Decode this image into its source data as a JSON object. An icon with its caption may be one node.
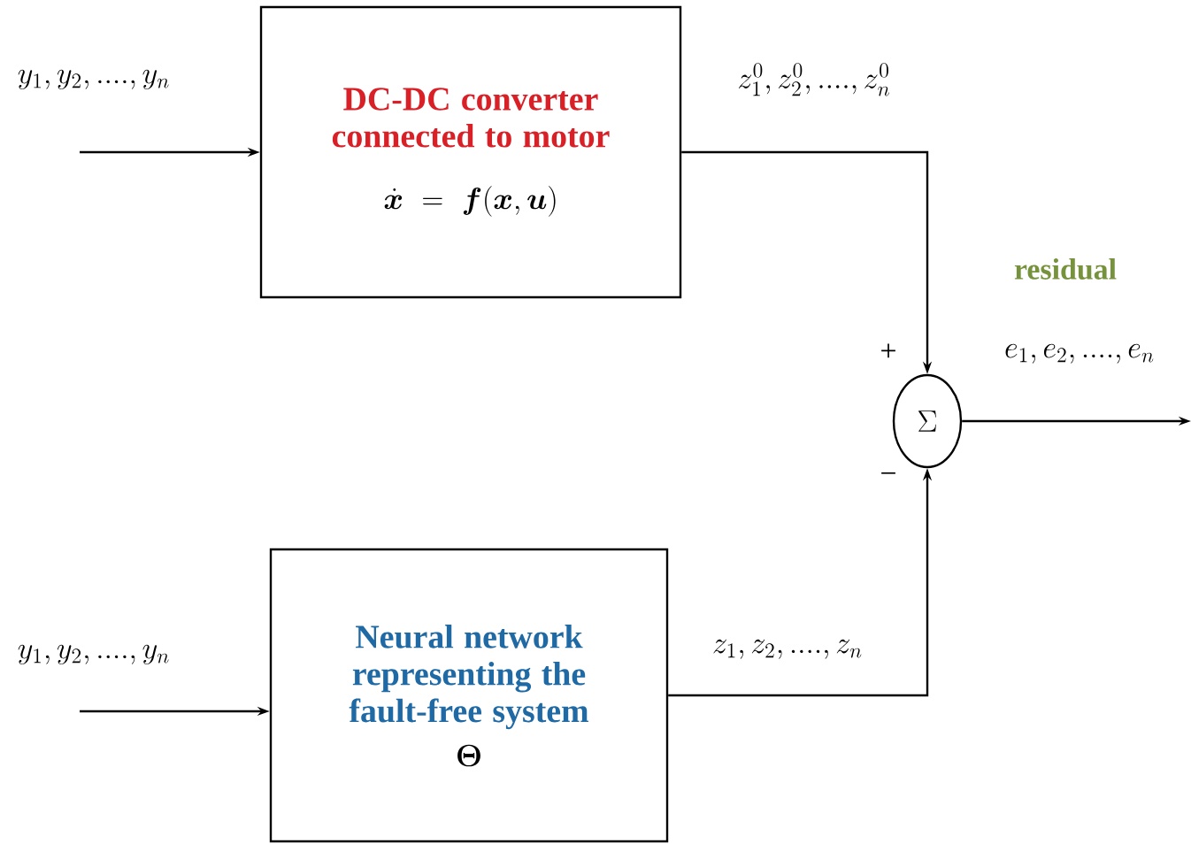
{
  "diagram": {
    "nodes": [
      {
        "text": [
          "DC-DC converter connected to motor",
          "\\dot{\\bm{x}}=\\bm{f}(\\bm{x},\\bm{u})"
        ]
      },
      {
        "text": [
          "Neural network representing the fault-free system",
          "\\bm{\\Theta}"
        ]
      },
      {
        "text": [
          "\\Sigma"
        ]
      }
    ],
    "edges": [
      {
        "from": null,
        "to": 0,
        "arrow": "to",
        "label": "y_1,y_2,....,y_n"
      },
      {
        "from": null,
        "to": 1,
        "arrow": "to",
        "label": "y_1,y_2,....,y_n"
      },
      {
        "from": 0,
        "to": 2,
        "arrow": "to",
        "label": "z_1^0,z_2^0,....,z_n^0"
      },
      {
        "from": 1,
        "to": 2,
        "arrow": "to",
        "label": "z_1,z_2,....,z_n"
      },
      {
        "from": 2,
        "to": null,
        "arrow": "to",
        "label": "e_1,e_2,....,e_n"
      }
    ],
    "labels": [
      "residual",
      "+",
      "−"
    ]
  }
}
